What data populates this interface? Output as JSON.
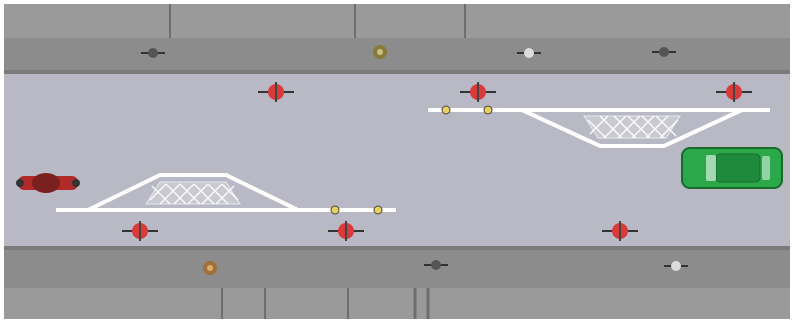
{
  "colors": {
    "background": "#ffffff",
    "building": "#9a9a9a",
    "building_edge": "#6e6e6e",
    "sidewalk": "#8c8c8c",
    "curb": "#7a7a7a",
    "road": "#b9b9c6",
    "marking": "#ffffff",
    "cyclist_road": "#d93a3a",
    "cyclist_walkway": "#555555",
    "pedestrian": "#8a7a3a",
    "car": "#2aa84a",
    "car_dark": "#1a6a2a",
    "motorbike": "#b02a2a",
    "bollard": "#e8d060"
  },
  "scene": {
    "kind": "top-down street view",
    "elements": [
      "building-row-top",
      "sidewalk-top",
      "road",
      "sidewalk-bottom",
      "building-row-bottom",
      "lane-marking-left",
      "lane-marking-right",
      "crossing-island-left",
      "crossing-island-right",
      "parked-car",
      "motorbike",
      "cyclists",
      "pedestrians"
    ]
  }
}
